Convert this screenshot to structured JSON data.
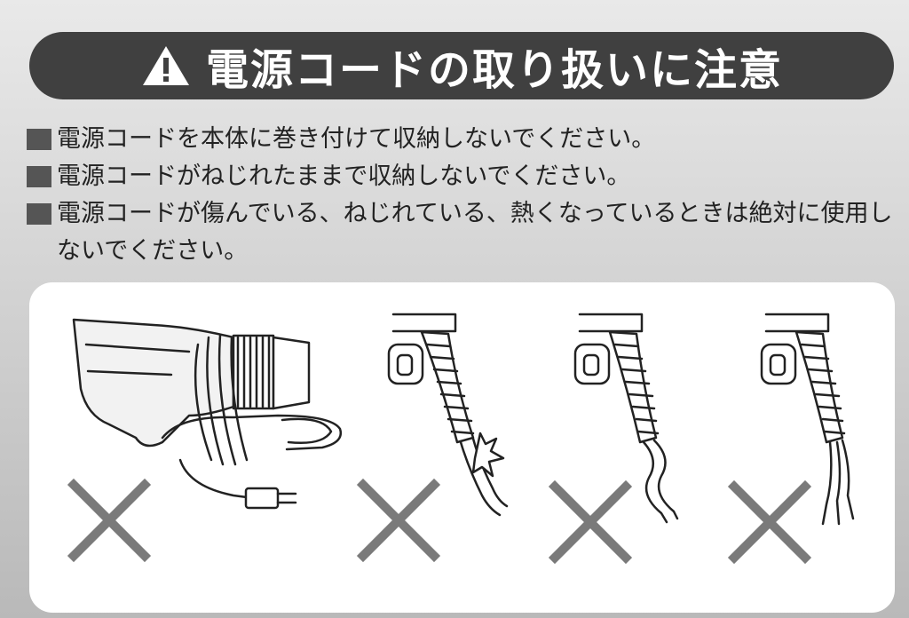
{
  "banner": {
    "icon": "warning-triangle-icon",
    "title": "電源コードの取り扱いに注意"
  },
  "notes": [
    {
      "text": "電源コードを本体に巻き付けて収納しないでください。"
    },
    {
      "text": "電源コードがねじれたままで収納しないでください。"
    },
    {
      "text": "電源コードが傷んでいる、ねじれている、熱くなっているときは絶対に使用しないでください。"
    }
  ],
  "illustrations": [
    {
      "subject": "dryer-with-wrapped-cord-icon",
      "mark": "prohibited-x-icon"
    },
    {
      "subject": "damaged-cord-icon",
      "mark": "prohibited-x-icon"
    },
    {
      "subject": "twisted-cord-icon",
      "mark": "prohibited-x-icon"
    },
    {
      "subject": "frayed-cord-icon",
      "mark": "prohibited-x-icon"
    }
  ],
  "colors": {
    "banner_bg": "#404040",
    "panel_bg": "#ffffff",
    "x_mark": "#7a7a7a",
    "line": "#222222"
  }
}
